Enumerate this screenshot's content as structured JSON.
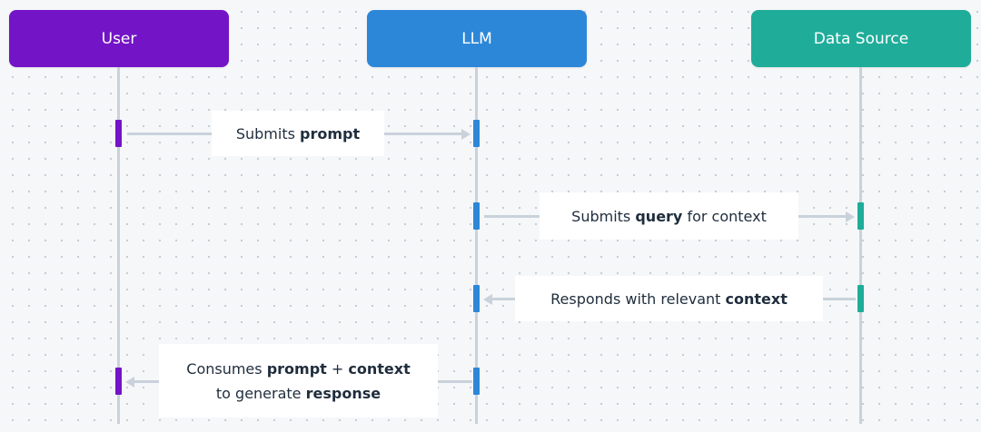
{
  "colors": {
    "user": "#7314c6",
    "llm": "#2d87d8",
    "data_source": "#1fad9a",
    "line": "#c9d2da",
    "text": "#1f2d3d"
  },
  "actors": {
    "user": "User",
    "llm": "LLM",
    "data_source": "Data Source"
  },
  "messages": [
    {
      "from": "User",
      "to": "LLM",
      "parts": [
        {
          "text": "Submits ",
          "bold": false
        },
        {
          "text": "prompt",
          "bold": true
        }
      ]
    },
    {
      "from": "LLM",
      "to": "Data Source",
      "parts": [
        {
          "text": "Submits ",
          "bold": false
        },
        {
          "text": "query",
          "bold": true
        },
        {
          "text": " for context",
          "bold": false
        }
      ]
    },
    {
      "from": "Data Source",
      "to": "LLM",
      "parts": [
        {
          "text": "Responds with relevant ",
          "bold": false
        },
        {
          "text": "context",
          "bold": true
        }
      ]
    },
    {
      "from": "LLM",
      "to": "User",
      "parts": [
        {
          "text": "Consumes ",
          "bold": false
        },
        {
          "text": "prompt",
          "bold": true
        },
        {
          "text": " + ",
          "bold": false
        },
        {
          "text": "context",
          "bold": true
        },
        {
          "text": "\n",
          "bold": false
        },
        {
          "text": "to generate ",
          "bold": false
        },
        {
          "text": "response",
          "bold": true
        }
      ]
    }
  ]
}
